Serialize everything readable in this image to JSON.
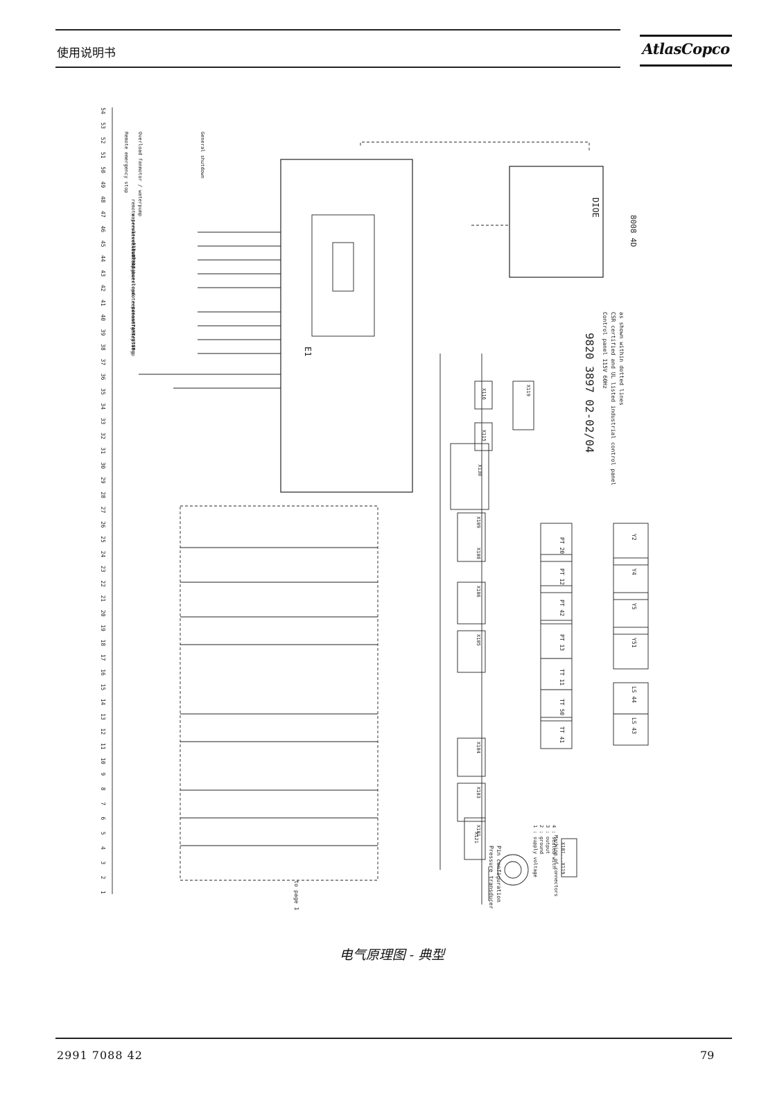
{
  "header": {
    "title": "使用说明书",
    "brand": "AtlasCopco"
  },
  "diagram": {
    "drawing_number": "9820 3897 02-02/04",
    "sheet_id": "8008 4D",
    "note_line1": "Control panel 115V 60Hz",
    "note_line2": "CSR certified and UL listed industrial control panel",
    "note_line3": "as shown within dotted lines",
    "module_e1": "E1",
    "module_dioe": "DIOE",
    "to_page": "to page 1",
    "pin_config_title": "Pressure transducer",
    "pin_config_sub": "Pin configuration",
    "pin_legend1": "1 : supply voltage",
    "pin_legend2": "2 : ground",
    "pin_legend3": "3 : output",
    "pin_legend4": "4 : sealed with",
    "marking_title": "Marking of connectors",
    "marking_sub": "X101...X119",
    "inputs_labels": [
      "emergency stop",
      "remote START/STOP",
      "remote pressure sensing",
      "motor protections",
      "Pump overload",
      "FAULT EAS",
      "water level high",
      "water level low",
      "remote press. set selection"
    ],
    "top_labels": [
      "Remote emergency stop",
      "Overload fanmotor / waterpump",
      "General shutdown"
    ],
    "sensor_labels": [
      "PT 20",
      "PT 12",
      "PT 42",
      "PT 13",
      "TT 11",
      "TT 50",
      "TT 41",
      "LS 44",
      "LS 43",
      "Y2",
      "Y4",
      "Y5",
      "Y51"
    ],
    "connector_labels": [
      "X101",
      "X103",
      "X104",
      "X105",
      "X106",
      "X108",
      "X109",
      "X115",
      "X116",
      "X119",
      "X121",
      "X130"
    ],
    "ruler_numbers": [
      "1",
      "2",
      "3",
      "4",
      "5",
      "6",
      "7",
      "8",
      "9",
      "10",
      "11",
      "12",
      "13",
      "14",
      "15",
      "16",
      "17",
      "18",
      "19",
      "20",
      "21",
      "22",
      "23",
      "24",
      "25",
      "26",
      "27",
      "28",
      "29",
      "30",
      "31",
      "32",
      "33",
      "34",
      "35",
      "36",
      "37",
      "38",
      "39",
      "40",
      "41",
      "42",
      "43",
      "44",
      "45",
      "46",
      "47",
      "48",
      "49",
      "50",
      "51",
      "52",
      "53",
      "54"
    ]
  },
  "caption": "电气原理图 - 典型",
  "footer": {
    "doc_number": "2991 7088 42",
    "page_number": "79"
  }
}
